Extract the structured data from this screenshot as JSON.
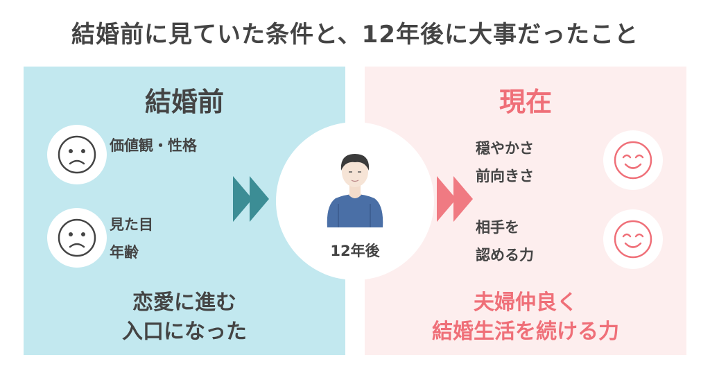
{
  "title": "結婚前に見ていた条件と、12年後に大事だったこと",
  "left": {
    "heading": "結婚前",
    "items": [
      {
        "lines": [
          "価値観・性格"
        ]
      },
      {
        "lines": [
          "見た目",
          "年齢"
        ]
      }
    ],
    "bottom": [
      "恋愛に進む",
      "入口になった"
    ],
    "face_icon": "sad-face-icon"
  },
  "right": {
    "heading": "現在",
    "items": [
      {
        "lines": [
          "穏やかさ",
          "前向きさ"
        ]
      },
      {
        "lines": [
          "相手を",
          "認める力"
        ]
      }
    ],
    "bottom": [
      "夫婦仲良く",
      "結婚生活を続ける力"
    ],
    "face_icon": "smile-face-icon"
  },
  "center": {
    "label": "12年後",
    "icon": "person-illustration"
  },
  "colors": {
    "left_panel": "#c2e8ef",
    "right_panel": "#fdeeee",
    "left_arrow": "#3c8d95",
    "right_arrow": "#f07a82",
    "accent_pink": "#ef6f78",
    "text": "#444444"
  }
}
